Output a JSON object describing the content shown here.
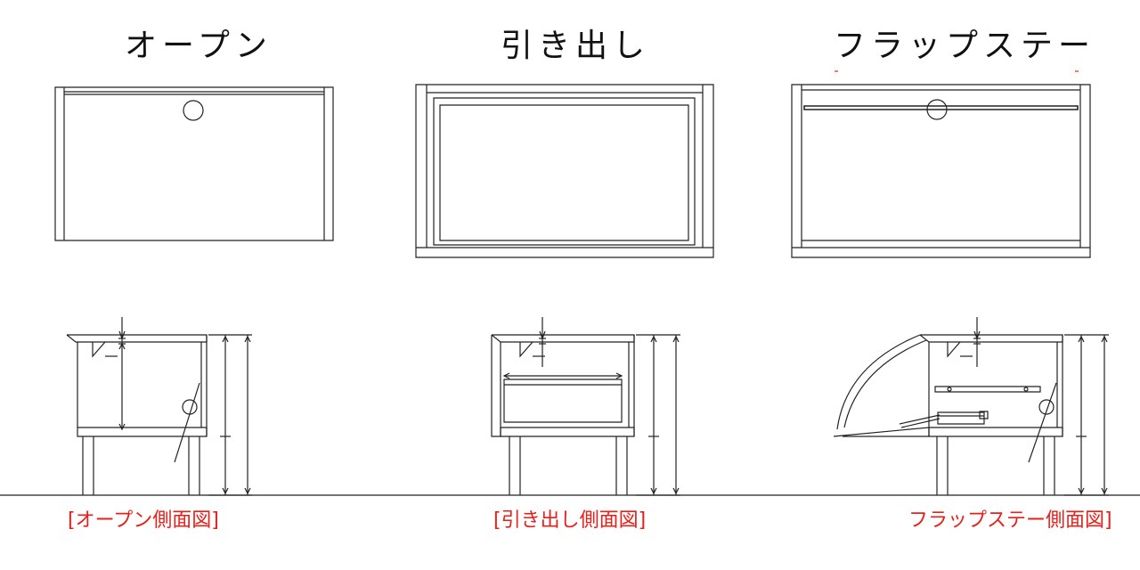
{
  "titles": {
    "open": "オープン",
    "drawer": "引き出し",
    "flap": "フラップステー"
  },
  "captions": {
    "open": "[オープン側面図]",
    "drawer": "[引き出し側面図]",
    "flap": "フラップステー側面図]"
  },
  "colors": {
    "line": "#222222",
    "caption": "#e8201a",
    "background": "#ffffff"
  }
}
